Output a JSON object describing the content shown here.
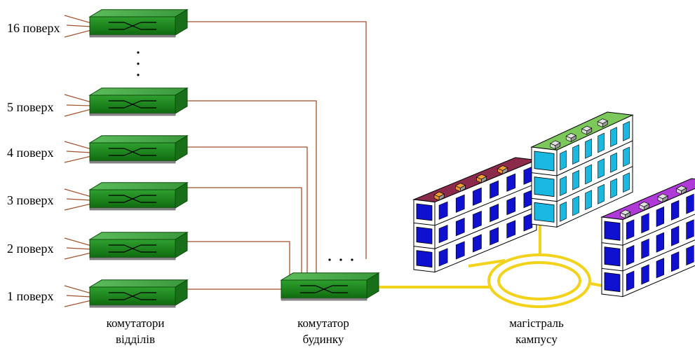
{
  "floors": [
    {
      "label": "16 поверх"
    },
    {
      "label": "5 поверх"
    },
    {
      "label": "4 поверх"
    },
    {
      "label": "3 поверх"
    },
    {
      "label": "2 поверх"
    },
    {
      "label": "1 поверх"
    }
  ],
  "captions": {
    "dept_line1": "комутатори",
    "dept_line2": "відділів",
    "building_line1": "комутатор",
    "building_line2": "будинку",
    "campus_line1": "магістраль",
    "campus_line2": "кампусу"
  },
  "colors": {
    "switch_top": "#48a848",
    "switch_front": "#1f8a1f",
    "switch_dark": "#0d5a0d",
    "cable": "#a0522d",
    "backbone": "#f2d21b",
    "building1_roof": "#8b2a4a",
    "building2_roof": "#7cc85a",
    "building3_roof": "#b03ad8",
    "window_blue": "#1010d0",
    "window_cyan": "#18b8e0"
  }
}
